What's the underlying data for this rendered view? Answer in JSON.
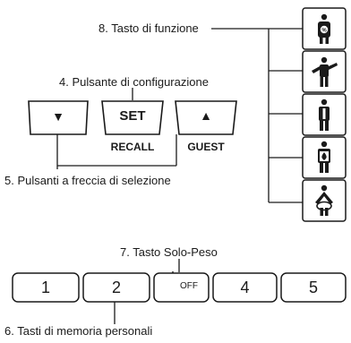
{
  "callouts": {
    "function_key": "8. Tasto di funzione",
    "set_button": "4. Pulsante di configurazione",
    "arrow_buttons": "5. Pulsanti a freccia di selezione",
    "weight_only_key": "7. Tasto Solo-Peso",
    "memory_keys": "6. Tasti di memoria personali"
  },
  "control_buttons": {
    "down_symbol": "▼",
    "set_label": "SET",
    "up_symbol": "▲",
    "recall_label": "RECALL",
    "guest_label": "GUEST"
  },
  "function_keys": [
    {
      "icon": "body-fat-percent-icon",
      "badge": "%"
    },
    {
      "icon": "muscle-flex-icon"
    },
    {
      "icon": "bone-figure-icon"
    },
    {
      "icon": "body-water-icon"
    },
    {
      "icon": "visceral-fat-icon"
    }
  ],
  "memory_keys": [
    "1",
    "2",
    "4",
    "5"
  ],
  "weight_only_key": {
    "icon": "weight-bell-icon",
    "label": "OFF"
  },
  "colors": {
    "stroke": "#1a1a1a",
    "background": "#ffffff"
  }
}
